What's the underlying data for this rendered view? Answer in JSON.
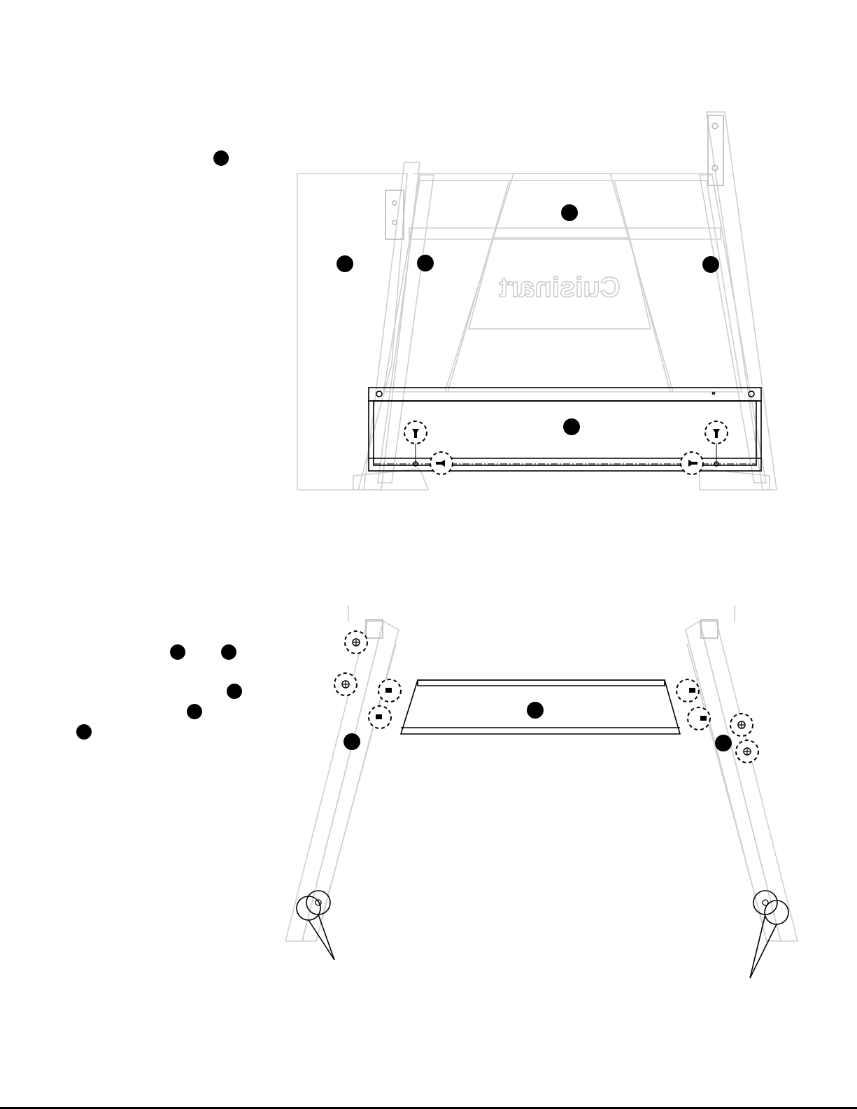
{
  "brand": {
    "text": "Cuisinart",
    "orientation": "mirrored"
  },
  "colors": {
    "line_art_ghost": "#cfcfcf",
    "ink": "#000000",
    "background": "#ffffff"
  },
  "step1": {
    "instruction_markers": 1,
    "part_callouts": 5,
    "screw_callouts": 4
  },
  "step2": {
    "instruction_markers": 5,
    "part_callouts": 3,
    "screw_callouts": 8,
    "wheel_callouts": 2
  }
}
